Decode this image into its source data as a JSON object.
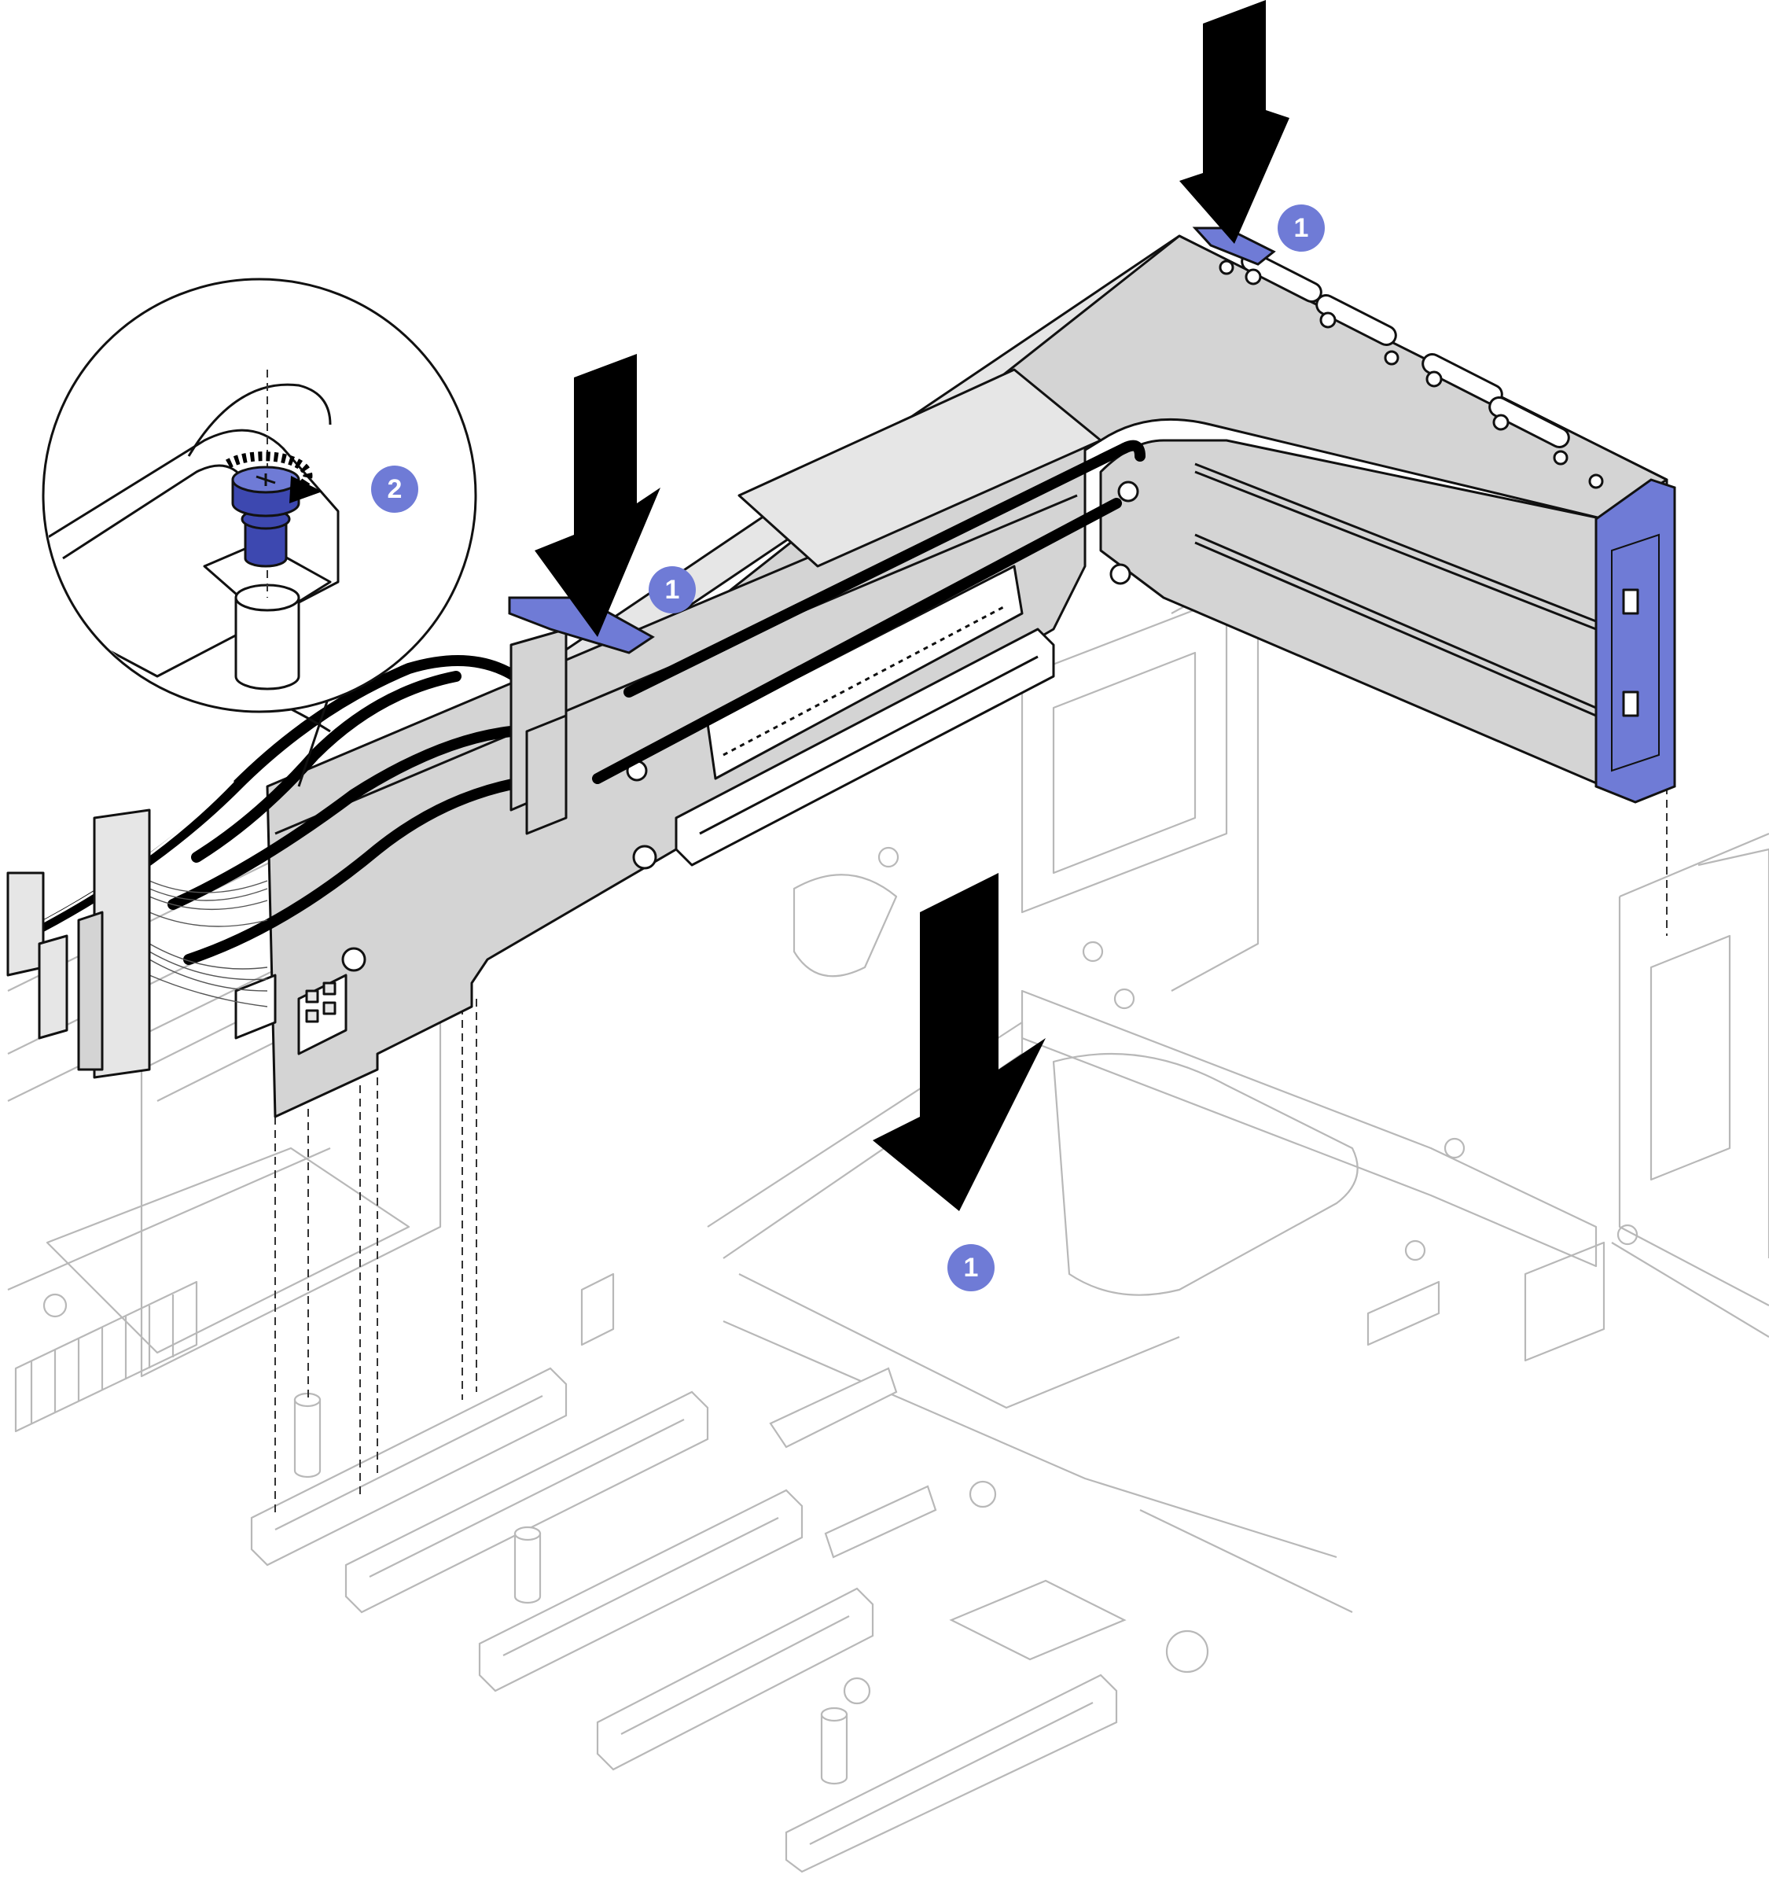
{
  "colors": {
    "accent": "#6f7bd6",
    "accent_dark": "#3d48b0",
    "ink": "#111111",
    "ghost": "#b8b8b8",
    "metal": "#d4d4d4"
  },
  "callouts": [
    {
      "label": "1"
    },
    {
      "label": "1"
    },
    {
      "label": "1"
    },
    {
      "label": "2"
    }
  ],
  "icons": [
    "down-arrow-icon",
    "rotate-arrow-icon",
    "thumbscrew-icon",
    "magnifier-circle"
  ]
}
